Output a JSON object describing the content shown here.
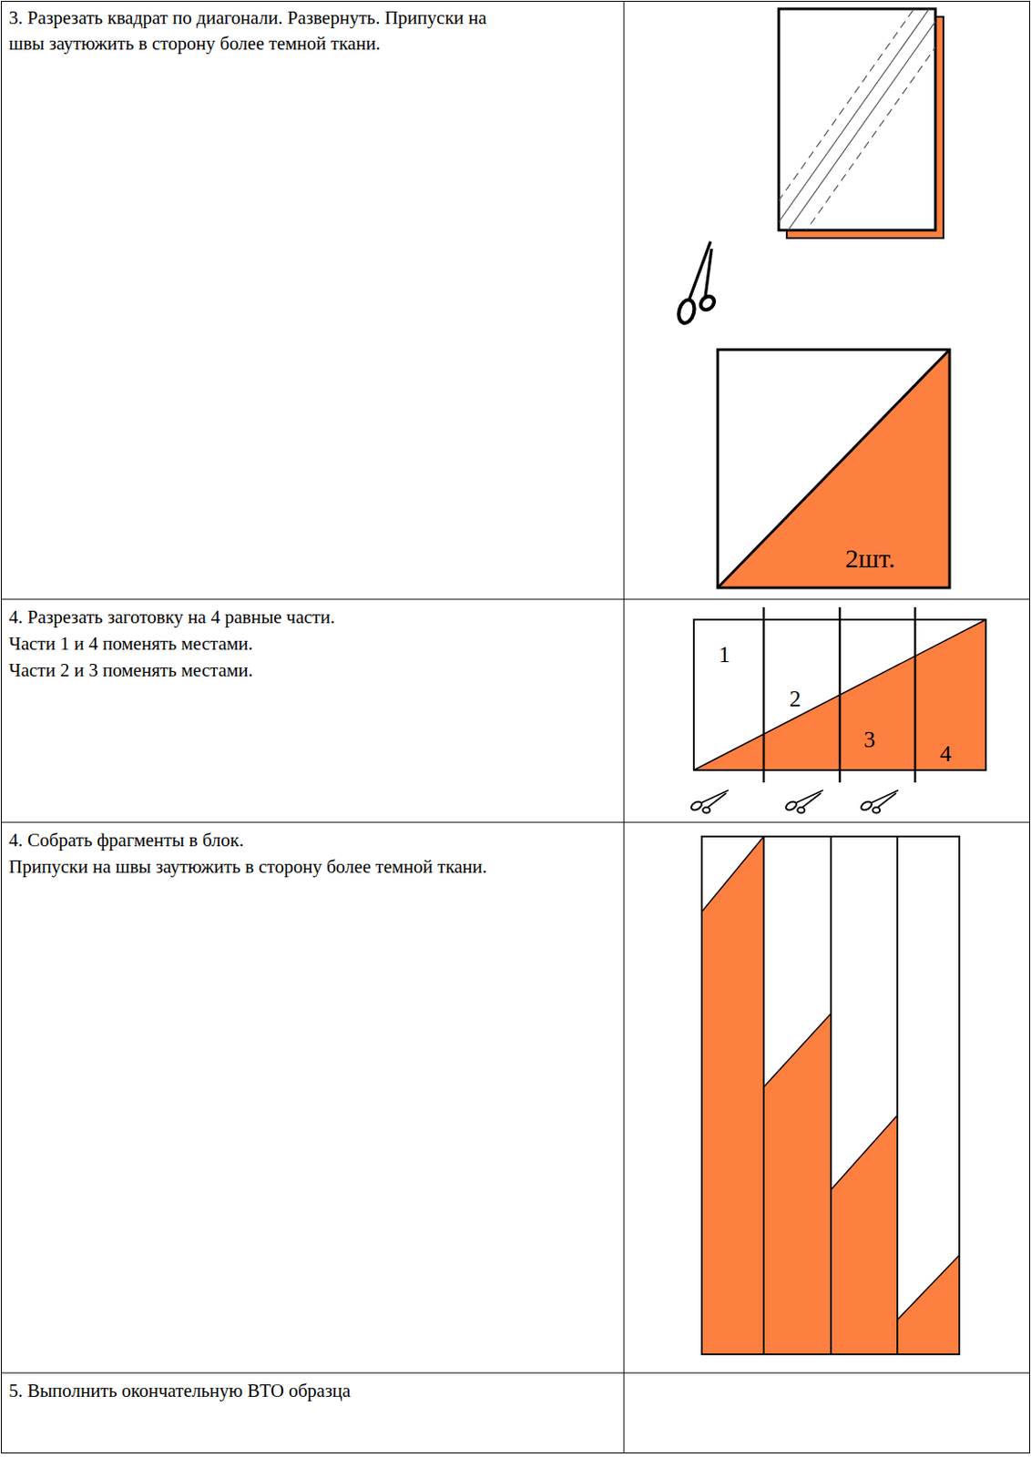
{
  "diagram": {
    "labels": [
      "3. Разрезать квадрат по диагонали. Развернуть. Припуски на швы заутюжить в сторону более темной ткани.",
      "2шт.",
      "4. Разрезать заготовку на 4 равные части.",
      "Части 1 и 4 поменять местами.",
      "Части 2 и 3 поменять местами.",
      "1",
      "2",
      "3",
      "4",
      "4. Собрать фрагменты в блок.",
      "Припуски на швы заутюжить в сторону более темной ткани.",
      "5. Выполнить окончательную ВТО образца"
    ]
  }
}
